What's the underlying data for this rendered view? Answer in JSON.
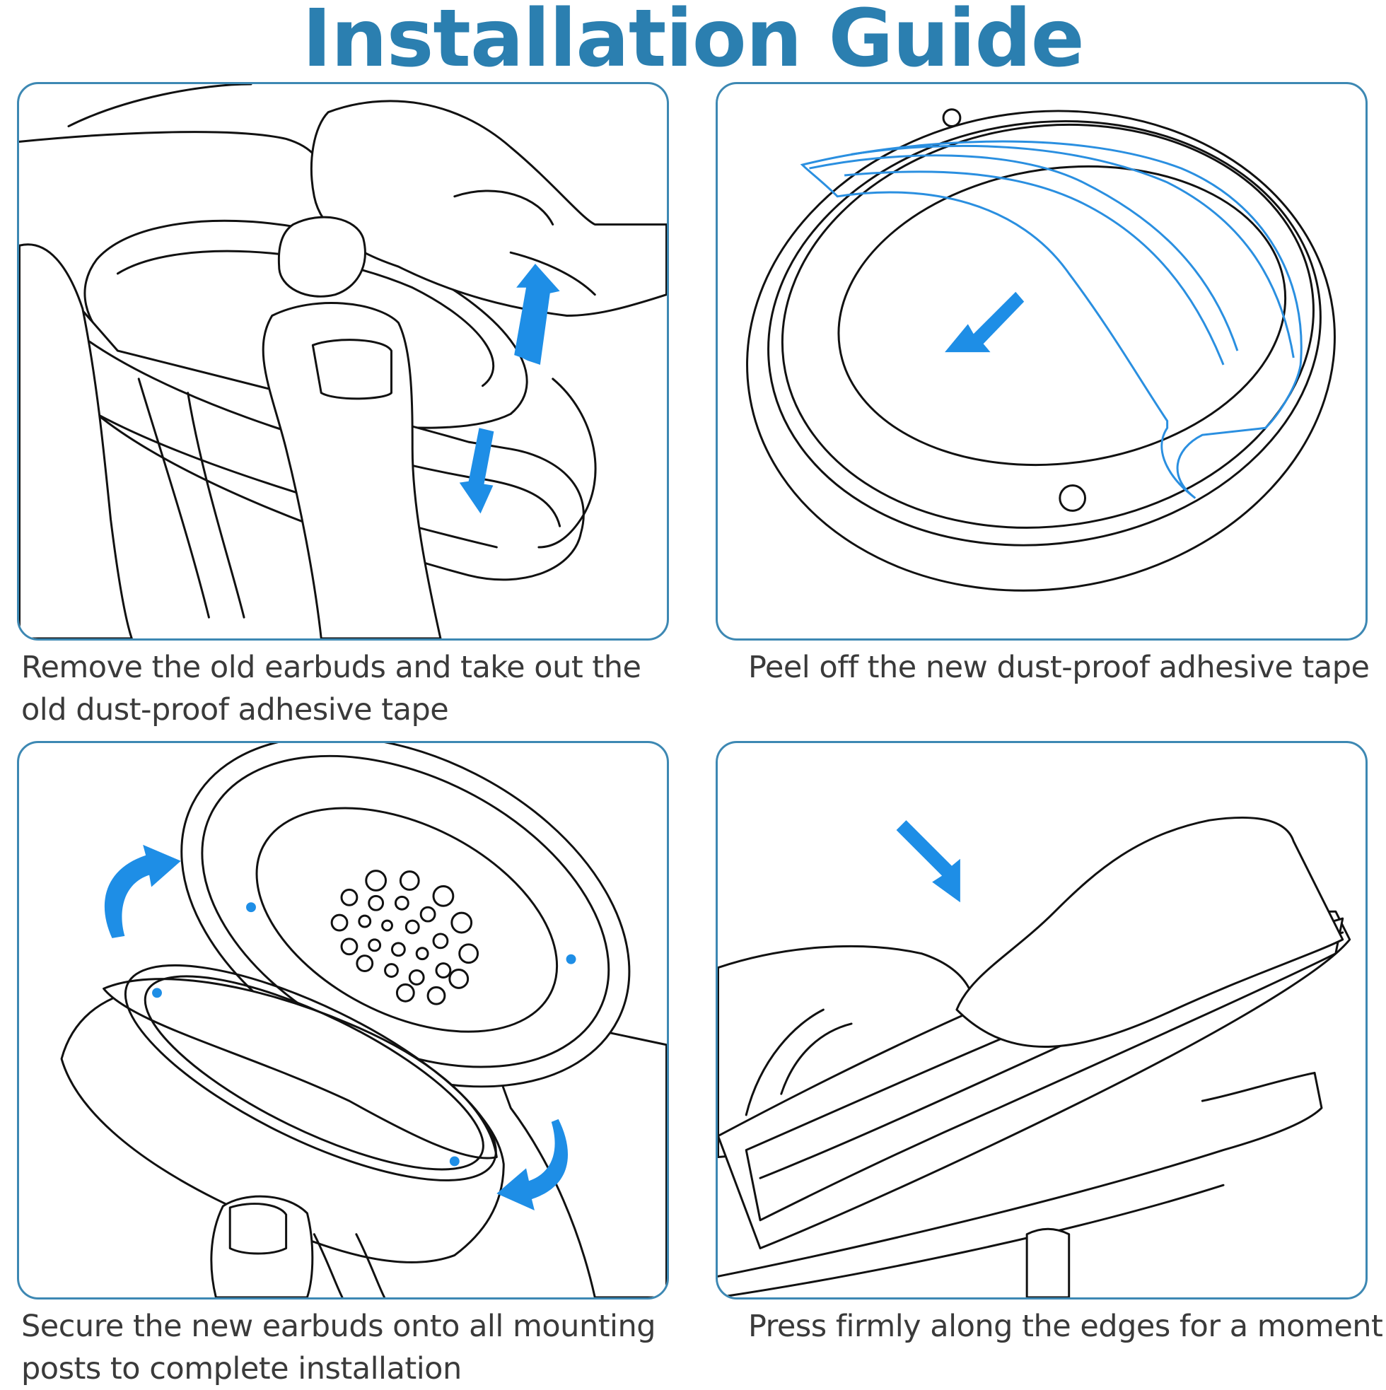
{
  "title": "Installation Guide",
  "steps": [
    {
      "caption": "Remove the old earbuds and take out the old dust-proof adhesive tape"
    },
    {
      "caption": "Peel off the new dust-proof adhesive tape"
    },
    {
      "caption": "Secure the new earbuds onto all mounting posts to complete installation"
    },
    {
      "caption": "Press firmly along the edges for a moment"
    }
  ],
  "colors": {
    "title": "#2b7fb0",
    "panel_border": "#3d88b3",
    "arrow": "#1e8ee6",
    "caption": "#3a3a3a"
  },
  "icons": [
    "arrow-up-icon",
    "arrow-down-icon",
    "arrow-down-left-icon",
    "curved-arrow-icon",
    "arrow-down-right-icon"
  ]
}
